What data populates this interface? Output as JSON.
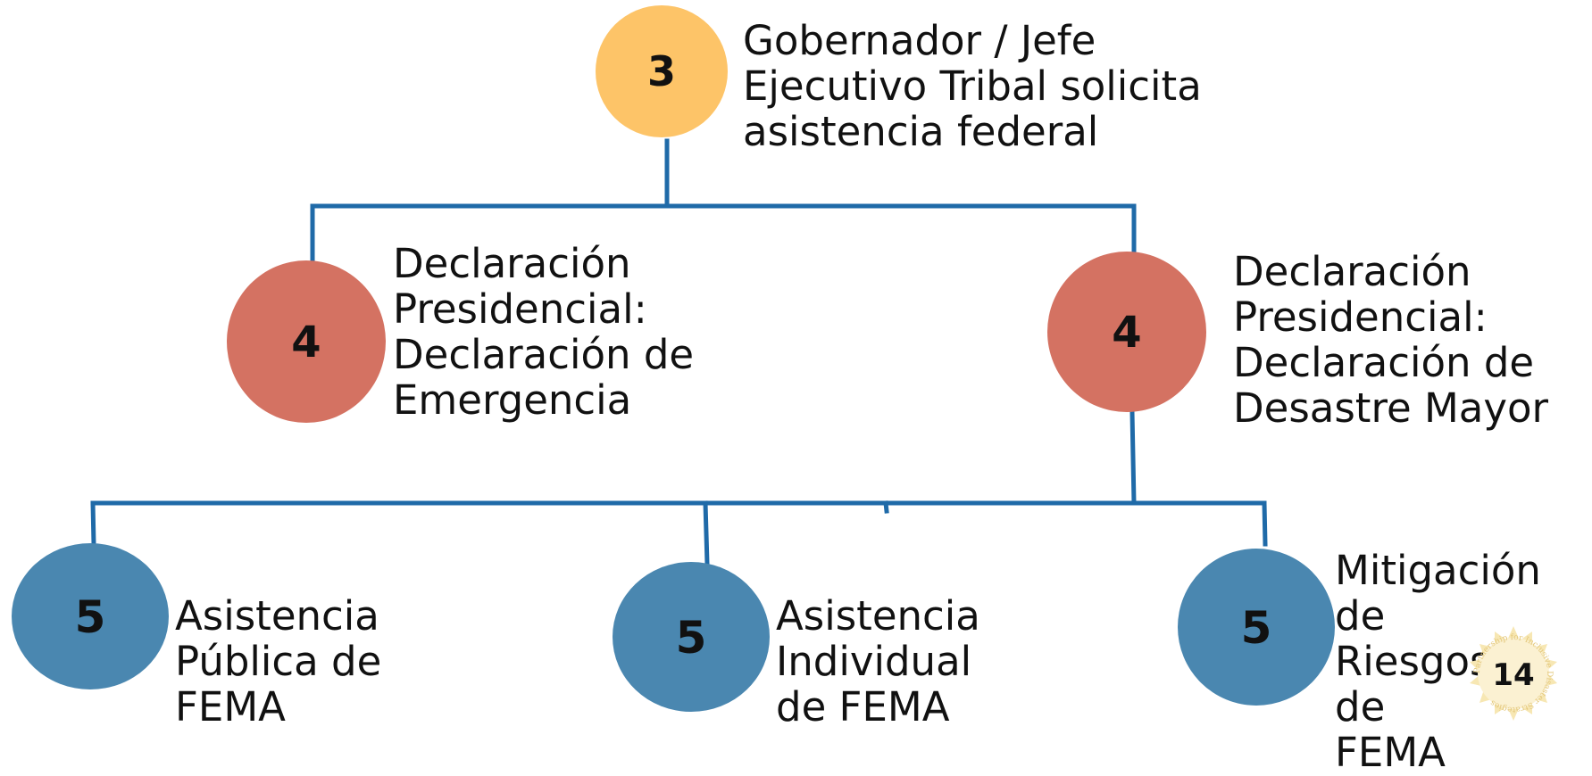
{
  "nodes": {
    "governor": {
      "number": "3",
      "text": "Gobernador / Jefe\nEjecutivo Tribal solicita\nasistencia federal",
      "color": "#FDC468"
    },
    "emergency": {
      "number": "4",
      "text": "Declaración\nPresidencial:\nDeclaración de\nEmergencia",
      "color": "#D47262"
    },
    "major_disaster": {
      "number": "4",
      "text": "Declaración\nPresidencial:\nDeclaración de\nDesastre Mayor",
      "color": "#D47262"
    },
    "public_assistance": {
      "number": "5",
      "text": "Asistencia\nPública de\nFEMA",
      "color": "#4A87B0"
    },
    "individual_assistance": {
      "number": "5",
      "text": "Asistencia\nIndividual\nde FEMA",
      "color": "#4A87B0"
    },
    "hazard_mitigation": {
      "number": "5",
      "text": "Mitigación de\nRiesgos\nde\nFEMA",
      "color": "#4A87B0"
    }
  },
  "connector_color": "#1F6AA8",
  "page_number": "14",
  "logo_text": "Partnership for Inclusive Disaster Strategies"
}
